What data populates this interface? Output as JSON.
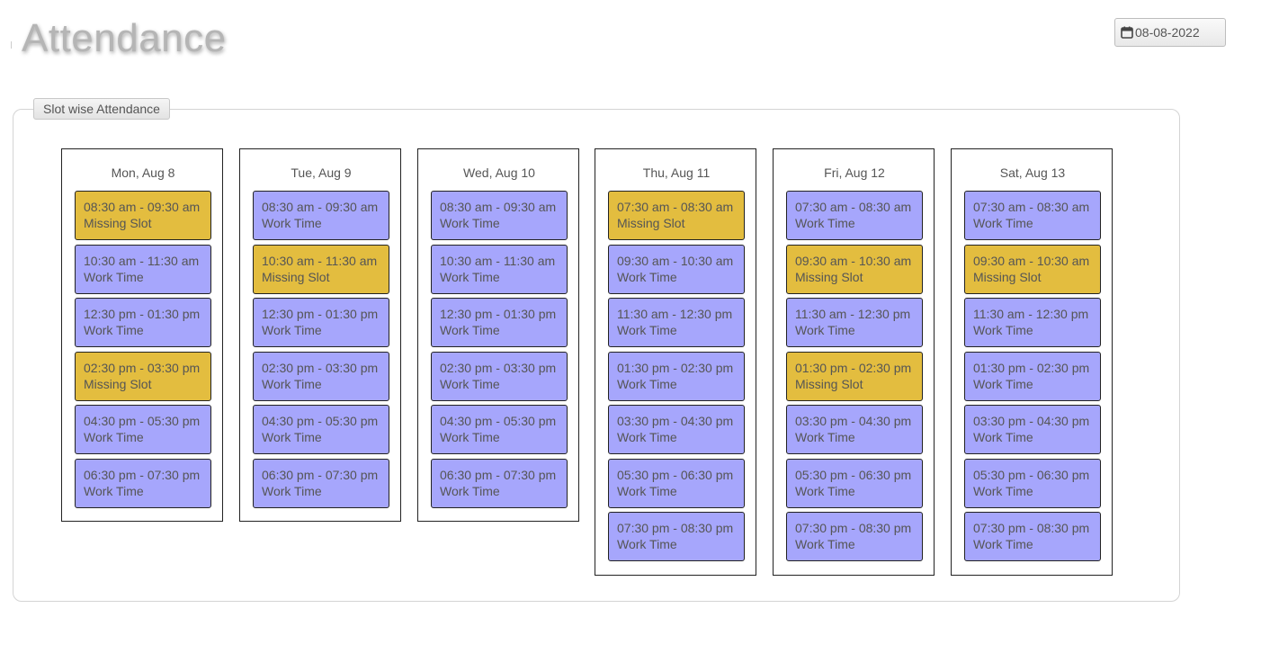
{
  "page_title": "Attendance",
  "date_picker": {
    "value": "08-08-2022",
    "icon": "calendar-icon"
  },
  "panel": {
    "legend": "Slot wise Attendance"
  },
  "colors": {
    "work": "#a6a6fc",
    "missing": "#e3bd3f"
  },
  "days": [
    {
      "title": "Mon, Aug 8",
      "slots": [
        {
          "time": "08:30 am - 09:30 am",
          "status": "Missing Slot",
          "kind": "missing"
        },
        {
          "time": "10:30 am - 11:30 am",
          "status": "Work Time",
          "kind": "work"
        },
        {
          "time": "12:30 pm - 01:30 pm",
          "status": "Work Time",
          "kind": "work"
        },
        {
          "time": "02:30 pm - 03:30 pm",
          "status": "Missing Slot",
          "kind": "missing"
        },
        {
          "time": "04:30 pm - 05:30 pm",
          "status": "Work Time",
          "kind": "work"
        },
        {
          "time": "06:30 pm - 07:30 pm",
          "status": "Work Time",
          "kind": "work"
        }
      ]
    },
    {
      "title": "Tue, Aug 9",
      "slots": [
        {
          "time": "08:30 am - 09:30 am",
          "status": "Work Time",
          "kind": "work"
        },
        {
          "time": "10:30 am - 11:30 am",
          "status": "Missing Slot",
          "kind": "missing"
        },
        {
          "time": "12:30 pm - 01:30 pm",
          "status": "Work Time",
          "kind": "work"
        },
        {
          "time": "02:30 pm - 03:30 pm",
          "status": "Work Time",
          "kind": "work"
        },
        {
          "time": "04:30 pm - 05:30 pm",
          "status": "Work Time",
          "kind": "work"
        },
        {
          "time": "06:30 pm - 07:30 pm",
          "status": "Work Time",
          "kind": "work"
        }
      ]
    },
    {
      "title": "Wed, Aug 10",
      "slots": [
        {
          "time": "08:30 am - 09:30 am",
          "status": "Work Time",
          "kind": "work"
        },
        {
          "time": "10:30 am - 11:30 am",
          "status": "Work Time",
          "kind": "work"
        },
        {
          "time": "12:30 pm - 01:30 pm",
          "status": "Work Time",
          "kind": "work"
        },
        {
          "time": "02:30 pm - 03:30 pm",
          "status": "Work Time",
          "kind": "work"
        },
        {
          "time": "04:30 pm - 05:30 pm",
          "status": "Work Time",
          "kind": "work"
        },
        {
          "time": "06:30 pm - 07:30 pm",
          "status": "Work Time",
          "kind": "work"
        }
      ]
    },
    {
      "title": "Thu, Aug 11",
      "slots": [
        {
          "time": "07:30 am - 08:30 am",
          "status": "Missing Slot",
          "kind": "missing"
        },
        {
          "time": "09:30 am - 10:30 am",
          "status": "Work Time",
          "kind": "work"
        },
        {
          "time": "11:30 am - 12:30 pm",
          "status": "Work Time",
          "kind": "work"
        },
        {
          "time": "01:30 pm - 02:30 pm",
          "status": "Work Time",
          "kind": "work"
        },
        {
          "time": "03:30 pm - 04:30 pm",
          "status": "Work Time",
          "kind": "work"
        },
        {
          "time": "05:30 pm - 06:30 pm",
          "status": "Work Time",
          "kind": "work"
        },
        {
          "time": "07:30 pm - 08:30 pm",
          "status": "Work Time",
          "kind": "work"
        }
      ]
    },
    {
      "title": "Fri, Aug 12",
      "slots": [
        {
          "time": "07:30 am - 08:30 am",
          "status": "Work Time",
          "kind": "work"
        },
        {
          "time": "09:30 am - 10:30 am",
          "status": "Missing Slot",
          "kind": "missing"
        },
        {
          "time": "11:30 am - 12:30 pm",
          "status": "Work Time",
          "kind": "work"
        },
        {
          "time": "01:30 pm - 02:30 pm",
          "status": "Missing Slot",
          "kind": "missing"
        },
        {
          "time": "03:30 pm - 04:30 pm",
          "status": "Work Time",
          "kind": "work"
        },
        {
          "time": "05:30 pm - 06:30 pm",
          "status": "Work Time",
          "kind": "work"
        },
        {
          "time": "07:30 pm - 08:30 pm",
          "status": "Work Time",
          "kind": "work"
        }
      ]
    },
    {
      "title": "Sat, Aug 13",
      "slots": [
        {
          "time": "07:30 am - 08:30 am",
          "status": "Work Time",
          "kind": "work"
        },
        {
          "time": "09:30 am - 10:30 am",
          "status": "Missing Slot",
          "kind": "missing"
        },
        {
          "time": "11:30 am - 12:30 pm",
          "status": "Work Time",
          "kind": "work"
        },
        {
          "time": "01:30 pm - 02:30 pm",
          "status": "Work Time",
          "kind": "work"
        },
        {
          "time": "03:30 pm - 04:30 pm",
          "status": "Work Time",
          "kind": "work"
        },
        {
          "time": "05:30 pm - 06:30 pm",
          "status": "Work Time",
          "kind": "work"
        },
        {
          "time": "07:30 pm - 08:30 pm",
          "status": "Work Time",
          "kind": "work"
        }
      ]
    }
  ]
}
